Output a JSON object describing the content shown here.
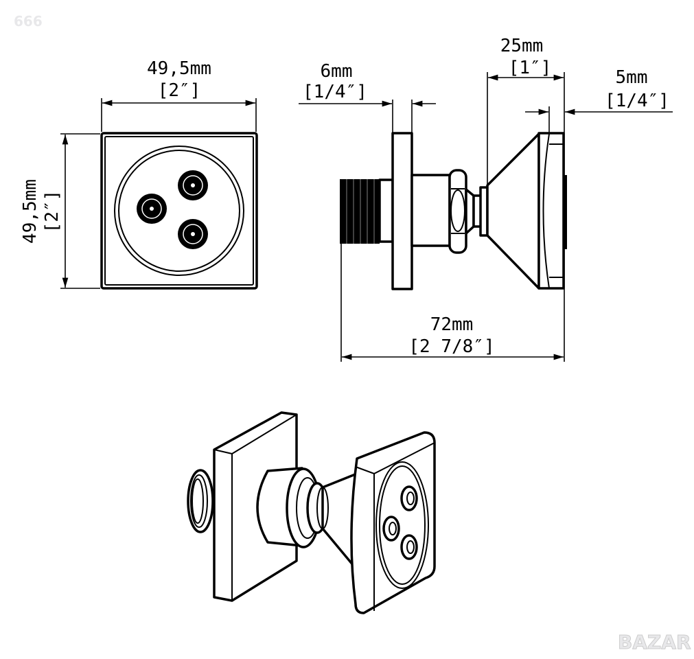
{
  "watermark_top": "666",
  "watermark_bottom": "BAZAR",
  "front_view": {
    "width_mm": "49,5mm",
    "width_in": "[2″]",
    "height_mm": "49,5mm",
    "height_in": "[2″]"
  },
  "side_view": {
    "flange_mm": "6mm",
    "flange_in": "[1/4″]",
    "head_mm": "25mm",
    "head_in": "[1″]",
    "face_mm": "5mm",
    "face_in": "[1/4″]",
    "total_mm": "72mm",
    "total_in": "[2 7/8″]"
  }
}
